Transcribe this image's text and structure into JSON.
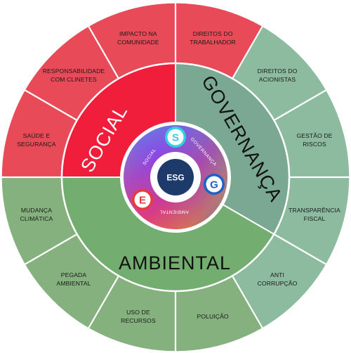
{
  "center": {
    "label": "ESG"
  },
  "colors": {
    "social_inner": "#f01e3a",
    "social_outer": "#e84a58",
    "governance_inner": "#7aa893",
    "governance_outer": "#8dbba0",
    "ambiental_inner": "#73ad6f",
    "ambiental_outer": "#84b17d",
    "divider": "#ffffff",
    "center_dark": "#1d3a6b"
  },
  "pillars": [
    {
      "id": "social",
      "name": "SOCIAL",
      "letter": "S",
      "ring_label": "SOCIAL"
    },
    {
      "id": "governance",
      "name": "GOVERNANÇA",
      "letter": "G",
      "ring_label": "GOVERNANÇA"
    },
    {
      "id": "ambiental",
      "name": "AMBIENTAL",
      "letter": "E",
      "ring_label": "AMBIENTAL"
    }
  ],
  "topics": [
    {
      "pillar": "social",
      "lines": [
        "DIREITOS DO",
        "TRABALHADOR"
      ]
    },
    {
      "pillar": "governance",
      "lines": [
        "DIREITOS DO",
        "ACIONISTAS"
      ]
    },
    {
      "pillar": "governance",
      "lines": [
        "GESTÃO DE",
        "RISCOS"
      ]
    },
    {
      "pillar": "governance",
      "lines": [
        "TRANSPARÊNCIA",
        "FISCAL"
      ]
    },
    {
      "pillar": "governance",
      "lines": [
        "ANTI",
        "CORRUPÇÃO"
      ]
    },
    {
      "pillar": "ambiental",
      "lines": [
        "POLUIÇÃO"
      ]
    },
    {
      "pillar": "ambiental",
      "lines": [
        "USO DE",
        "RECURSOS"
      ]
    },
    {
      "pillar": "ambiental",
      "lines": [
        "PEGADA",
        "AMBIENTAL"
      ]
    },
    {
      "pillar": "ambiental",
      "lines": [
        "MUDANÇA",
        "CLIMÁTICA"
      ]
    },
    {
      "pillar": "social",
      "lines": [
        "SAÚDE E",
        "SEGURANÇA"
      ]
    },
    {
      "pillar": "social",
      "lines": [
        "RESPONSABILIDADE",
        "COM CLINETES"
      ]
    },
    {
      "pillar": "social",
      "lines": [
        "IMPACTO NA",
        "COMUNIDADE"
      ]
    }
  ]
}
